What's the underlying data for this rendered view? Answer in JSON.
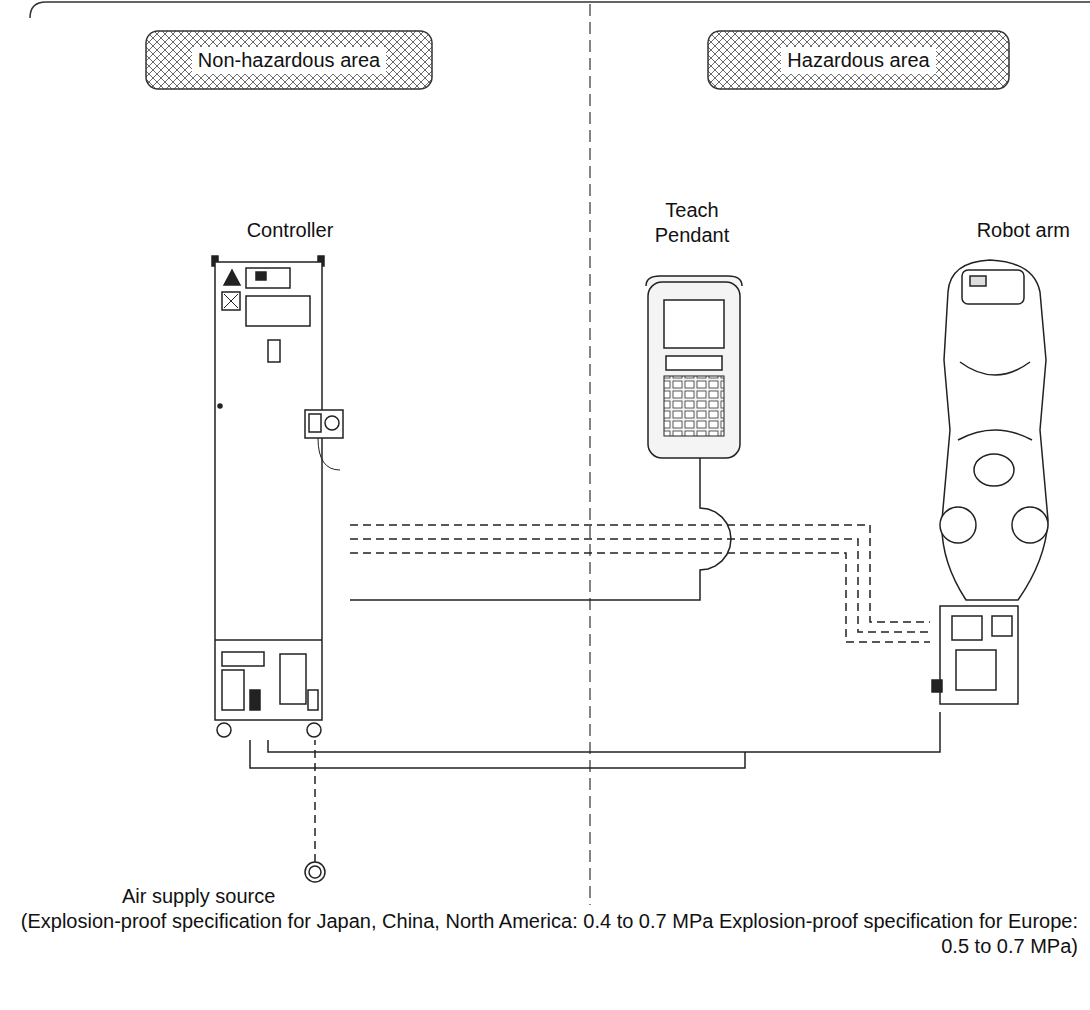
{
  "diagram": {
    "nodes": [
      {
        "text": [
          "Non-hazardous area"
        ]
      },
      {
        "text": [
          "Hazardous area"
        ]
      },
      {
        "text": [
          "Teach Pendant"
        ]
      },
      {
        "text": [
          "Controller"
        ]
      },
      {
        "text": [
          "Robot arm"
        ]
      },
      {
        "text": [
          "Air supply source",
          "(Explosion-proof specification for Japan, China, North America: 0.4 to 0.7 MPa Explosion-proof specification for Europe: 0.5 to 0.7 MPa)"
        ]
      }
    ],
    "edges": [
      {
        "from": 3,
        "to": 2,
        "arrow": "none"
      },
      {
        "from": 3,
        "to": 4,
        "arrow": "none"
      },
      {
        "from": 3,
        "to": 4,
        "arrow": "none"
      },
      {
        "from": 5,
        "to": 3,
        "arrow": "none"
      }
    ]
  }
}
